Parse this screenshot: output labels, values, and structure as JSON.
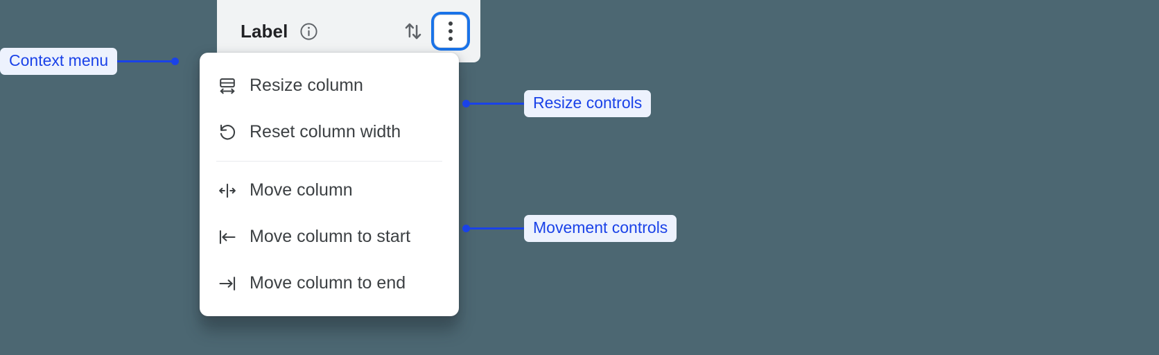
{
  "canvas": {
    "background_color": "#4C6772",
    "accent_color": "#1A42E8",
    "focus_ring_color": "#1A73E8"
  },
  "column_header": {
    "label": "Label",
    "info_icon": "info-circle-icon",
    "sort_icon": "sort-up-down-icon",
    "overflow_icon": "kebab-menu-icon",
    "background_color": "#F1F3F4"
  },
  "context_menu": {
    "groups": [
      {
        "name": "resize",
        "items": [
          {
            "icon": "resize-column-icon",
            "label": "Resize column"
          },
          {
            "icon": "reset-width-icon",
            "label": "Reset column width"
          }
        ]
      },
      {
        "name": "movement",
        "items": [
          {
            "icon": "move-column-icon",
            "label": "Move column"
          },
          {
            "icon": "move-to-start-icon",
            "label": "Move column to start"
          },
          {
            "icon": "move-to-end-icon",
            "label": "Move column to end"
          }
        ]
      }
    ]
  },
  "annotations": [
    {
      "id": "context-menu",
      "label": "Context menu",
      "side": "left"
    },
    {
      "id": "resize-controls",
      "label": "Resize controls",
      "side": "right"
    },
    {
      "id": "movement-controls",
      "label": "Movement controls",
      "side": "right"
    }
  ]
}
